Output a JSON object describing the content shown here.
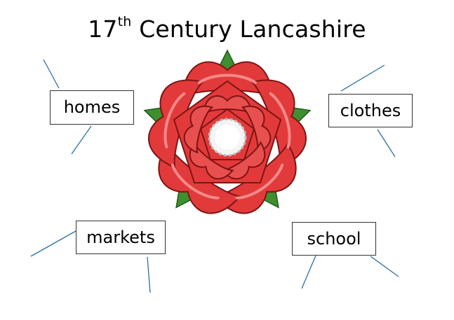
{
  "title": {
    "main_before": "17",
    "superscript": "th",
    "main_after": " Century Lancashire"
  },
  "labels": {
    "homes": "homes",
    "clothes": "clothes",
    "markets": "markets",
    "school": "school"
  },
  "colors": {
    "rose_red": "#e63b3b",
    "rose_dark": "#9e1c1c",
    "leaf_green": "#3f8f2f",
    "line_blue": "#2f6f9f"
  },
  "icons": {
    "center": "lancashire-rose-icon"
  }
}
